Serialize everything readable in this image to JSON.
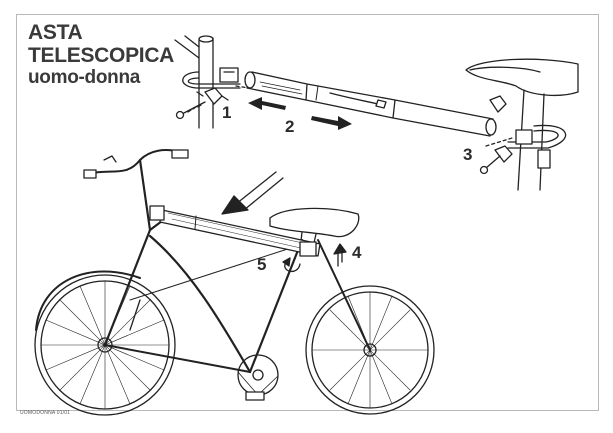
{
  "title": {
    "line1": "ASTA",
    "line2": "TELESCOPICA",
    "line3": "uomo-donna"
  },
  "steps": [
    "1",
    "2",
    "3",
    "4",
    "5"
  ],
  "footer": "UOMODONNA 01/01"
}
